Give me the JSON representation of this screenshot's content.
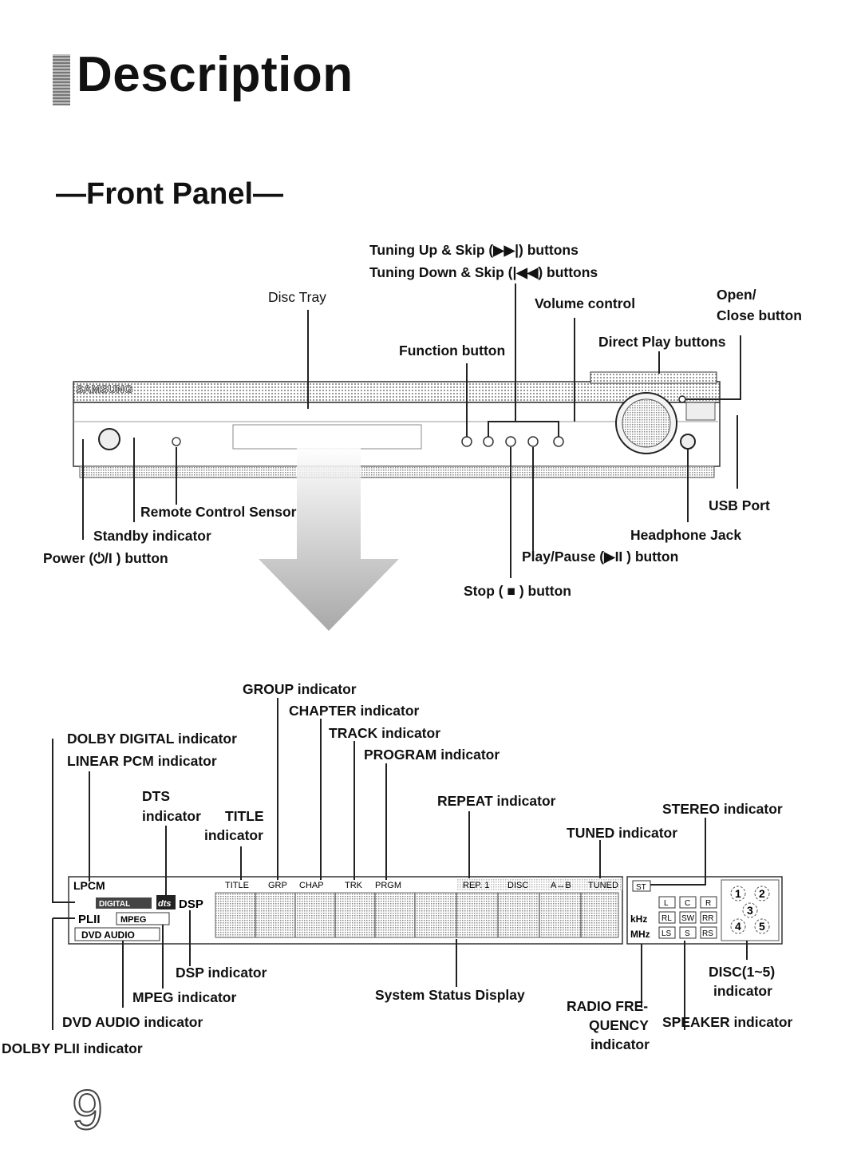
{
  "page": {
    "title": "Description",
    "section": "—Front Panel—",
    "number": "9"
  },
  "panel": {
    "brand": "SAMSUNG"
  },
  "front_labels": {
    "tuning_up": "Tuning Up & Skip (▶▶|) buttons",
    "tuning_down": "Tuning Down & Skip (|◀◀) buttons",
    "disc_tray": "Disc Tray",
    "volume_control": "Volume control",
    "open_close_1": "Open/",
    "open_close_2": "Close button",
    "function_button": "Function button",
    "direct_play": "Direct Play buttons",
    "usb_port": "USB Port",
    "remote_sensor": "Remote Control Sensor",
    "headphone_jack": "Headphone Jack",
    "standby_indicator": "Standby indicator",
    "power_button": "Power (⏻/I ) button",
    "play_pause": "Play/Pause (▶II ) button",
    "stop_button": "Stop ( ■ ) button"
  },
  "display_labels": {
    "group": "GROUP indicator",
    "chapter": "CHAPTER indicator",
    "dolby_digital": "DOLBY DIGITAL indicator",
    "track": "TRACK indicator",
    "linear_pcm": "LINEAR PCM indicator",
    "program": "PROGRAM indicator",
    "dts_1": "DTS",
    "dts_2": "indicator",
    "repeat": "REPEAT indicator",
    "stereo": "STEREO indicator",
    "title_1": "TITLE",
    "title_2": "indicator",
    "tuned": "TUNED indicator",
    "dsp": "DSP indicator",
    "disc_1": "DISC(1~5)",
    "disc_2": "indicator",
    "mpeg": "MPEG indicator",
    "system_status": "System Status Display",
    "radio_1": "RADIO FRE-",
    "radio_2": "QUENCY",
    "radio_3": "indicator",
    "speaker": "SPEAKER indicator",
    "dvd_audio": "DVD AUDIO indicator",
    "dolby_pl2": "DOLBY PLII indicator"
  },
  "display_panel": {
    "lpcm": "LPCM",
    "digital": "DIGITAL",
    "dts": "dts",
    "dsp": "DSP",
    "pl2": "PLII",
    "mpeg": "MPEG",
    "dvd_audio": "DVD AUDIO",
    "title": "TITLE",
    "grp": "GRP",
    "chap": "CHAP",
    "trk": "TRK",
    "prgm": "PRGM",
    "rep1": "REP. 1",
    "disc": "DISC",
    "ab": "A↔B",
    "tuned": "TUNED",
    "st": "ST",
    "khz": "kHz",
    "mhz": "MHz",
    "speakers_row1": [
      "L",
      "C",
      "R"
    ],
    "speakers_row2": [
      "RL",
      "SW",
      "RR"
    ],
    "speakers_row3": [
      "LS",
      "S",
      "RS"
    ],
    "discs": [
      "1",
      "2",
      "3",
      "4",
      "5"
    ]
  }
}
